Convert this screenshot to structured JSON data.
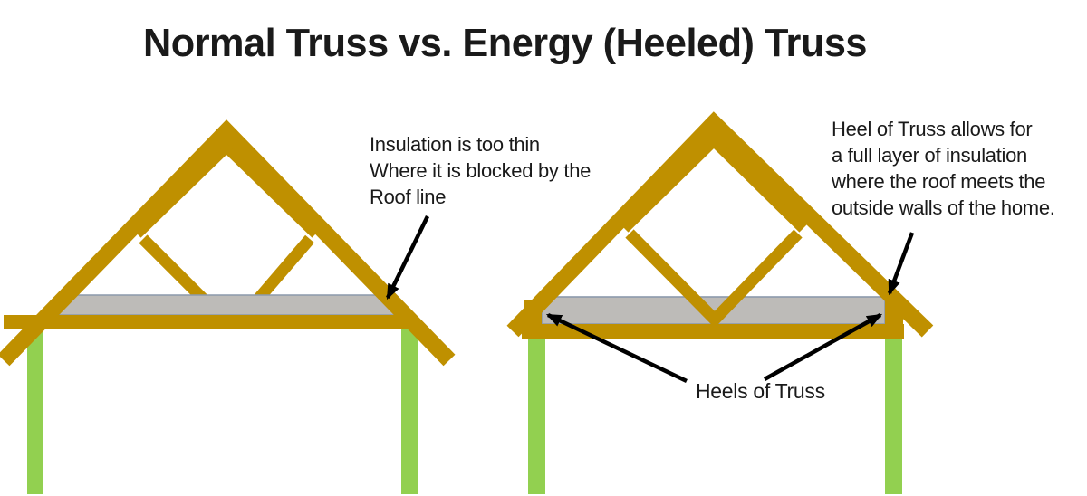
{
  "title": "Normal Truss vs. Energy (Heeled) Truss",
  "colors": {
    "wood": "#BF9000",
    "wall": "#92D050",
    "insulation": "#BDBBB8",
    "insulation_border": "#8C99AB",
    "arrow": "#000000",
    "text": "#1A1A1A",
    "background": "#FFFFFF"
  },
  "annotations": {
    "left_note": "Insulation is too thin\nWhere it is blocked by the\nRoof line",
    "right_note": "Heel of Truss allows for\na full layer of insulation\nwhere the roof meets the\noutside walls of the home.",
    "heels_label": "Heels of Truss"
  },
  "diagram": {
    "left_truss": "normal truss with thin insulation blocked by roof line",
    "right_truss": "energy heeled truss with full-depth insulation between heels"
  }
}
